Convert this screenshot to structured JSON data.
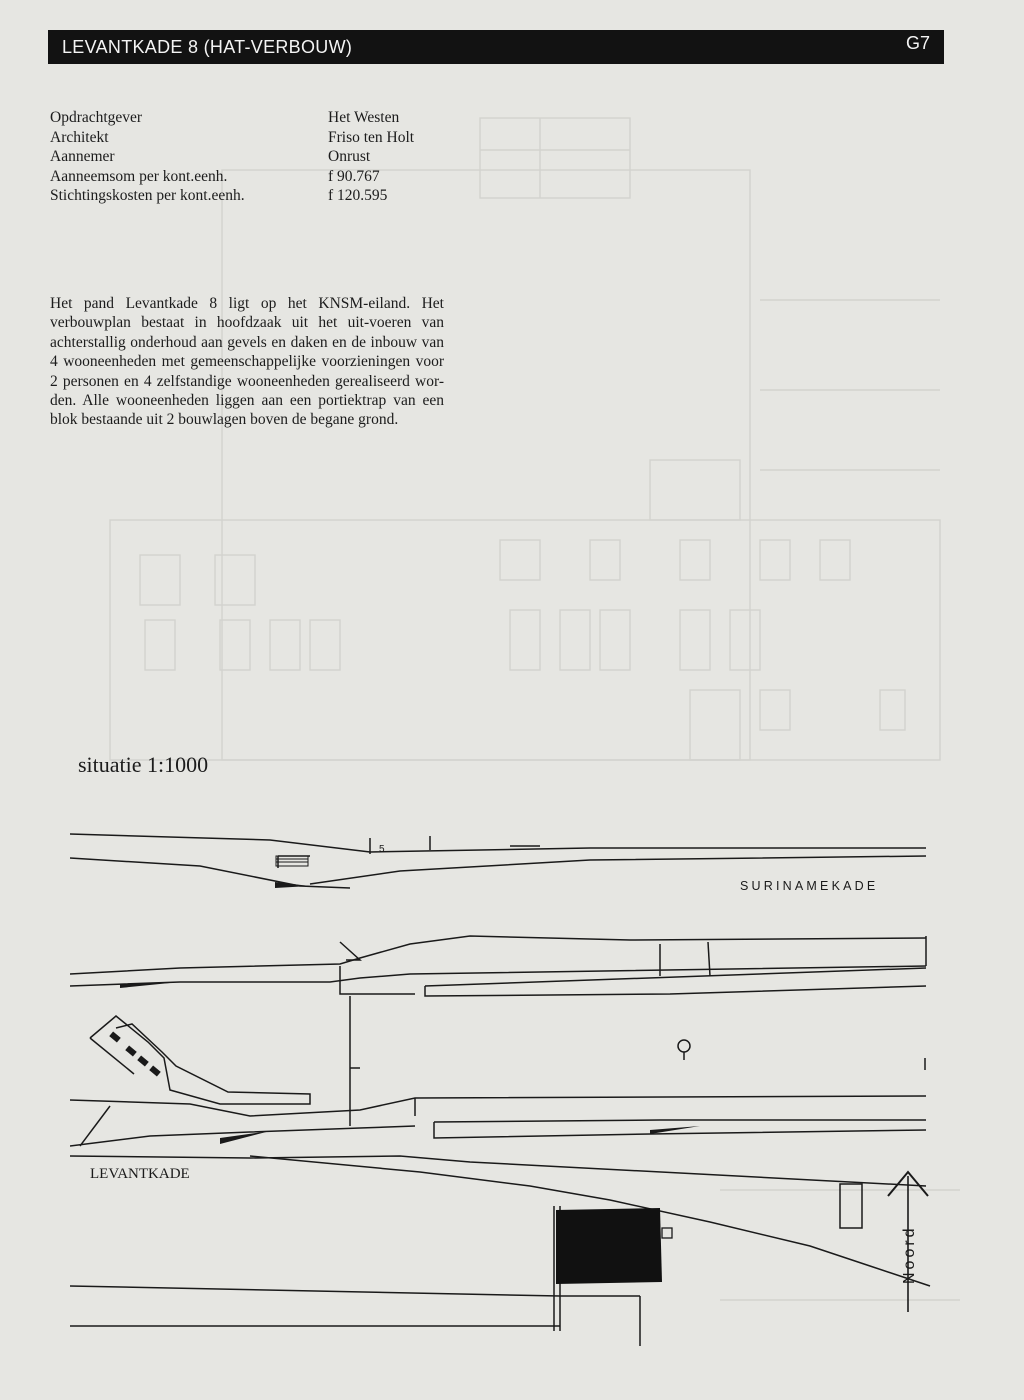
{
  "header": {
    "title": "LEVANTKADE 8 (HAT-VERBOUW)",
    "code": "G7"
  },
  "info": [
    {
      "label": "Opdrachtgever",
      "value": "Het Westen"
    },
    {
      "label": "Architekt",
      "value": "Friso ten Holt"
    },
    {
      "label": "Aannemer",
      "value": "Onrust"
    },
    {
      "label": "Aanneemsom per kont.eenh.",
      "value": "f 90.767"
    },
    {
      "label": "Stichtingskosten per kont.eenh.",
      "value": "f 120.595"
    }
  ],
  "description": "Het pand Levantkade 8 ligt op het KNSM-eiland. Het verbouwplan bestaat in hoofdzaak uit het uit-voeren van achterstallig onderhoud aan gevels en daken en de inbouw van 4 wooneenheden met gemeenschappelijke voorzieningen voor 2 personen en 4 zelfstandige wooneenheden gerealiseerd wor-den. Alle wooneenheden liggen aan een portiektrap van een blok bestaande uit 2 bouwlagen boven de begane grond.",
  "situation": {
    "label": "situatie 1:1000",
    "street_north": "SURINAMEKADE",
    "street_south": "LEVANTKADE",
    "marker": "5",
    "north_label": "Noord"
  }
}
